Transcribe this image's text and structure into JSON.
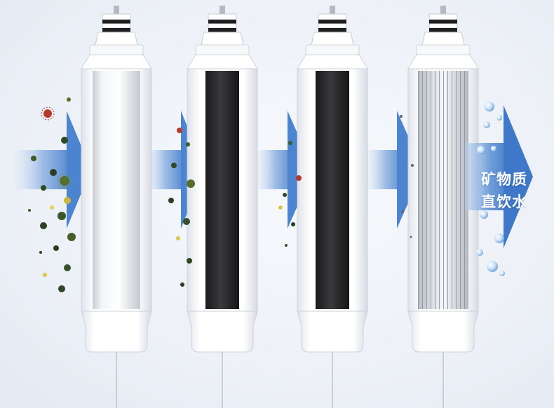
{
  "product_label": {
    "line1": "矿物质",
    "line2": "直饮水"
  },
  "filters": [
    {
      "name": "pp-cotton",
      "core": "white"
    },
    {
      "name": "carbon-1",
      "core": "black"
    },
    {
      "name": "carbon-2",
      "core": "black"
    },
    {
      "name": "membrane",
      "core": "pleated-white"
    }
  ],
  "colors": {
    "arrow_blue": "#4f86d0",
    "arrow_light": "#a9c6ea",
    "housing": "#ffffff",
    "carbon": "#2a2a2c"
  }
}
